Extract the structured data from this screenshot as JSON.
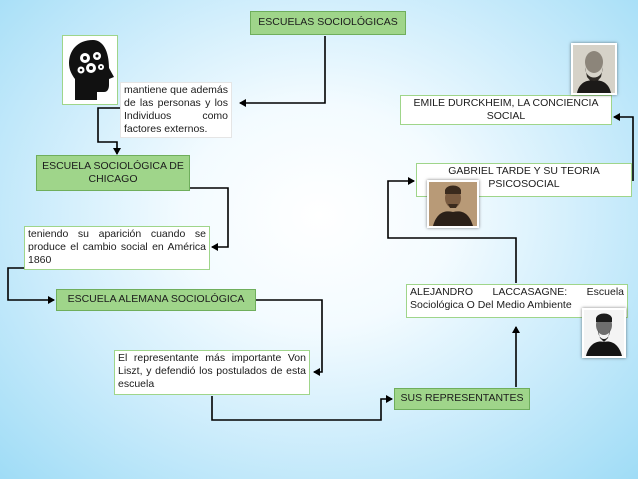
{
  "nodes": {
    "title": "ESCUELAS SOCIOLÓGICAS",
    "mantiene": "mantiene que además de las personas y los Individuos como factores externos.",
    "chicago": "ESCUELA SOCIOLÓGICA DE CHICAGO",
    "teniendo": "teniendo su aparición cuando se produce el cambio social en América 1860",
    "alemana": "ESCUELA ALEMANA SOCIOLÓGICA",
    "liszt": "El representante más importante Von Liszt, y defendió los postulados de esta escuela",
    "representantes": "SUS REPRESENTANTES",
    "lacassagne": "ALEJANDRO LACCASAGNE: Escuela Sociológica O Del Medio Ambiente",
    "tarde": "GABRIEL TARDE Y SU TEORIA PSICOSOCIAL",
    "durkheim": "EMILE DURCKHEIM, LA CONCIENCIA SOCIAL"
  },
  "icons": {
    "head": "head-gears-icon",
    "durkheim_portrait": "durkheim-portrait",
    "tarde_portrait": "tarde-portrait",
    "lacassagne_portrait": "lacassagne-portrait"
  },
  "colors": {
    "green_box": "#9fd58a",
    "connector": "#000000"
  }
}
